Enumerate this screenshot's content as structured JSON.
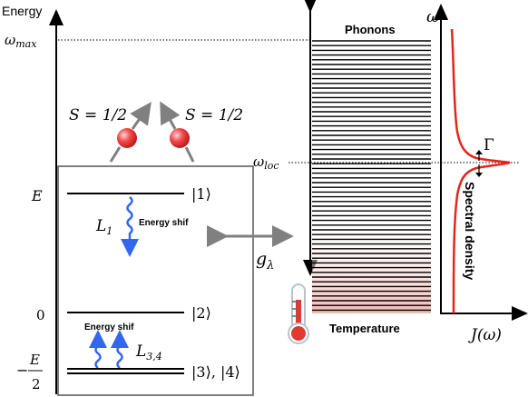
{
  "axes": {
    "energy_label": "Energy",
    "omega_max_label": "ω",
    "omega_max_sub": "max",
    "omega_loc_label": "ω",
    "omega_loc_sub": "loc",
    "omega_axis_label": "ω",
    "spectral_xlabel": "J(ω)"
  },
  "spins": {
    "left_label": "S = 1/2",
    "right_label": "S = 1/2"
  },
  "levels": {
    "E_label": "E",
    "zero_label": "0",
    "minus_label": "−",
    "half_num": "E",
    "half_den": "2",
    "ket1": "|1⟩",
    "ket2": "|2⟩",
    "ket34": "|3⟩, |4⟩"
  },
  "transitions": {
    "L1_label": "L",
    "L1_sub": "1",
    "L1_text": "Energy shif",
    "L34_label": "L",
    "L34_sub": "3,4",
    "L34_text": "Energy shif"
  },
  "coupling": {
    "label": "g",
    "sub": "λ"
  },
  "bath": {
    "phonons_label": "Phonons",
    "temperature_label": "Temperature",
    "spectral_density_label": "Spectral density",
    "gamma_label": "Γ"
  },
  "colors": {
    "curve": "#e3261b",
    "wavy_arrow": "#3366ee",
    "spin_ball": "#e8333a",
    "arrow_gray": "#808080",
    "band_gradient": "#f2b9b4",
    "thermometer": "#e03a30"
  }
}
